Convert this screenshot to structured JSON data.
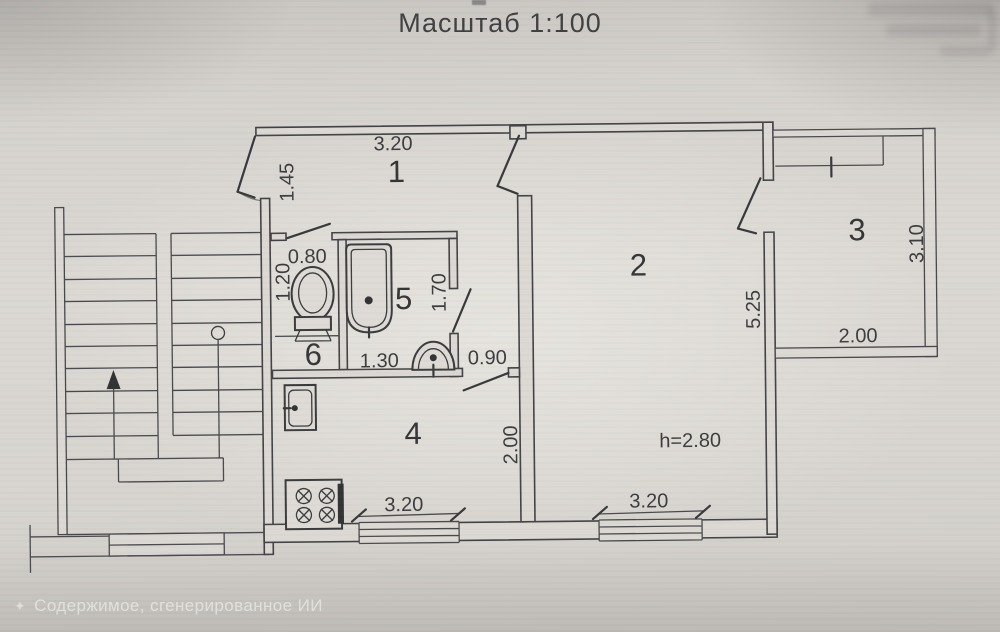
{
  "title": "Масштаб 1:100",
  "rooms": [
    {
      "id": "hall",
      "number": "1"
    },
    {
      "id": "living-room",
      "number": "2"
    },
    {
      "id": "balcony",
      "number": "3"
    },
    {
      "id": "kitchen",
      "number": "4"
    },
    {
      "id": "bathroom",
      "number": "5"
    },
    {
      "id": "wc",
      "number": "6"
    }
  ],
  "dimensions": {
    "hall_width": "3.20",
    "hall_depth": "1.45",
    "wc_width": "0.80",
    "wc_depth": "1.20",
    "bath_width": "1.30",
    "bath_depth": "1.70",
    "kitchen_door_width": "0.90",
    "living_depth": "5.25",
    "living_window_width": "3.20",
    "ceiling_height": "h=2.80",
    "kitchen_window_width": "3.20",
    "kitchen_depth": "2.00",
    "balcony_depth": "3.10",
    "balcony_width": "2.00"
  },
  "watermark": {
    "icon": "✦",
    "text": "Содержимое, сгенерированное ИИ"
  },
  "colors": {
    "ink": "#3c3c3e",
    "paper": "#d8d5d0"
  }
}
